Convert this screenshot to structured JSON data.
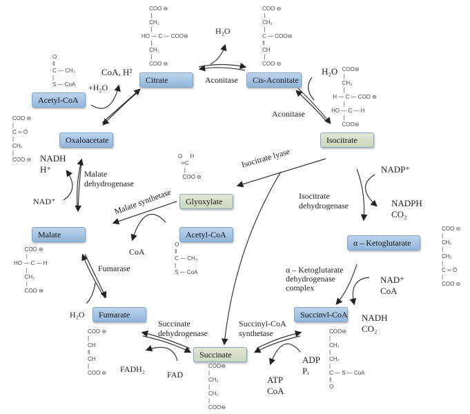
{
  "title": "Glyoxylate cycle and citric acid cycle",
  "colors": {
    "metabolite_box": "#a7c4e6",
    "glyoxylate_box": "#d4dec7",
    "arrow": "#333333"
  },
  "metabolites": {
    "citrate": "Citrate",
    "cis_aconitate": "Cis-Aconitate",
    "isocitrate": "Isocitrate",
    "alpha_ketoglutarate": "α – Ketoglutarate",
    "succinyl_coa": "Succinvl-CoA",
    "succinate": "Succinate",
    "fumarate": "Fumarate",
    "malate": "Malate",
    "oxaloacetate": "Oxaloacetate",
    "acetyl_coa_top": "Acetyl-CoA",
    "glyoxylate": "Glyoxylate",
    "acetyl_coa_mid": "Acetyl-CoA"
  },
  "enzymes": {
    "aconitase_1": "Aconitase",
    "aconitase_2": "Aconitase",
    "isocitrate_dh_1": "Isocitrate",
    "isocitrate_dh_2": "dehydrogenase",
    "akg_dh_1": "α – Ketoglutarate",
    "akg_dh_2": "dehydrogenase",
    "akg_dh_3": "complex",
    "succinyl_coa_synth_1": "Succinyl-CoA",
    "succinyl_coa_synth_2": "synthetase",
    "succinate_dh_1": "Succinate",
    "succinate_dh_2": "dehydrogenase",
    "fumarase": "Fumarase",
    "malate_dh_1": "Malate",
    "malate_dh_2": "dehydrogenase",
    "isocitrate_lyase": "Isocitrate lyase",
    "malate_synthetase": "Malate synthetase"
  },
  "cofactors": {
    "coa_h2": "CoA, H²",
    "plus_h2o": "+H₂O",
    "h2o_top": "H₂O",
    "h2o_right": "H₂O",
    "nadp": "NADP⁺",
    "nadph": "NADPH",
    "co2_1": "CO₂",
    "nad_right": "NAD⁺",
    "coa_right": "CoA",
    "nadh_right": "NADH",
    "co2_2": "CO₂",
    "adp": "ADP",
    "pi": "Pᵢ",
    "atp": "ATP",
    "coa_bottom": "CoA",
    "fadh2": "FADH₂",
    "fad": "FAD",
    "h2o_left": "H₂O",
    "nad_left": "NAD⁺",
    "nadh_left": "NADH",
    "h_plus": "H⁺",
    "coa_mid": "CoA"
  },
  "structures": {
    "citrate": "     COO ⊖\n      |\n     CH₂\n      |\nHO — C — COO⊖\n      |\n     CH₂\n      |\n     COO ⊖",
    "cis_aconitate": "COO ⊖\n |\nCH₂\n |\nC — COO⊖\n‖\nCH\n |\nCOO ⊖",
    "isocitrate": "       COO⊖\n        |\n       CH₂\n        |\n H — C — COO ⊖\n        |\nHO — C — H\n        |\n       COO⊖",
    "acetyl_coa_top": "O\n‖\nC — CH₃\n|\nS — CoA",
    "oxaloacetate": "COO ⊖\n|\nC ═ O\n|\nCH₂\n|\nCOO ⊖",
    "glyoxylate": "O     H\n  ═C\n    |\n   COO ⊖",
    "acetyl_coa_mid": "O\n‖\nC — CH₃\n|\nS — CoA",
    "malate": "       COO ⊖\n        |\nHO — C — H\n        |\n       CH₂\n        |\n       COO ⊖",
    "alpha_ketoglutarate": "COO ⊖\n|\nCH₂\n|\nCH₂\n|\nC ═ O\n|\nCOO ⊖",
    "fumarate": "COO ⊖\n|\nCH\n‖\nCH\n|\nCOO ⊖",
    "succinate": "COO⊖\n|\nCH₂\n|\nCH₂\n|\nCOO⊖",
    "succinyl_coa": "COO⊖\n|\nCH₂\n|\nCH₂\n|\nC — S — CoA\n‖\nO"
  }
}
